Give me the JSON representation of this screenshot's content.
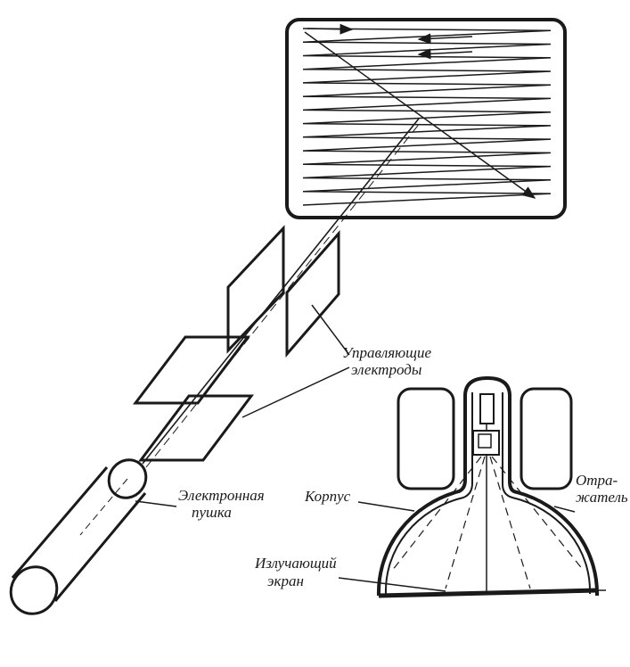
{
  "labels": {
    "control_electrodes_line1": "Управляющие",
    "control_electrodes_line2": "электроды",
    "electron_gun_line1": "Электронная",
    "electron_gun_line2": "пушка",
    "housing": "Корпус",
    "reflector_line1": "Отра-",
    "reflector_line2": "жатель",
    "emitting_screen_line1": "Излучающий",
    "emitting_screen_line2": "экран"
  },
  "colors": {
    "ink": "#1a1a1a",
    "paper": "#ffffff"
  }
}
